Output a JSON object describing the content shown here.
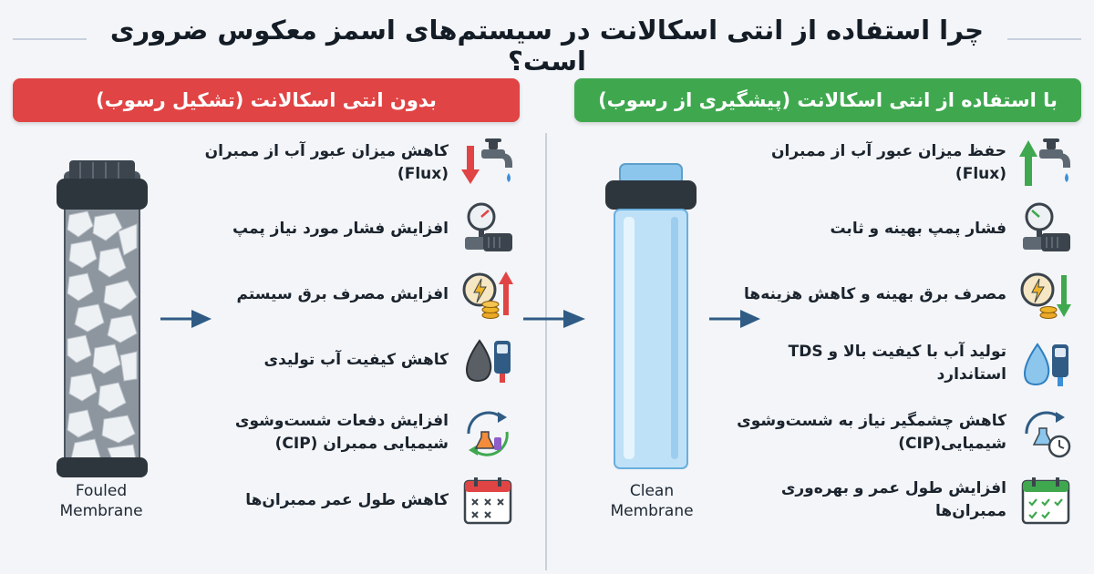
{
  "title": "چرا استفاده از انتی اسکالانت در سیستم‌های اسمز معکوس ضروری است؟",
  "left_panel": {
    "heading": "بدون انتی اسکالانت (تشکیل رسوب)",
    "membrane_label_1": "Fouled",
    "membrane_label_2": "Membrane",
    "items": [
      {
        "text": "کاهش میزان عبور آب از ممبران (Flux)",
        "icon": "tap-down-arrow-icon"
      },
      {
        "text": "افزایش فشار مورد نیاز پمپ",
        "icon": "pump-gauge-icon"
      },
      {
        "text": "افزایش مصرف برق سیستم",
        "icon": "energy-cost-up-icon"
      },
      {
        "text": "کاهش کیفیت آب تولیدی",
        "icon": "tds-drop-dark-icon"
      },
      {
        "text": "افزایش دفعات شست‌وشوی شیمیایی ممبران (CIP)",
        "icon": "cip-chemical-icon"
      },
      {
        "text": "کاهش طول عمر ممبران‌ها",
        "icon": "calendar-x-icon"
      }
    ]
  },
  "right_panel": {
    "heading": "با استفاده از انتی اسکالانت (پیشگیری از رسوب)",
    "membrane_label_1": "Clean",
    "membrane_label_2": "Membrane",
    "items": [
      {
        "text": "حفظ میزان عبور آب از ممبران (Flux)",
        "icon": "tap-up-arrow-icon"
      },
      {
        "text": "فشار پمپ بهینه و ثابت",
        "icon": "pump-gauge-icon"
      },
      {
        "text": "مصرف برق بهینه و کاهش هزینه‌ها",
        "icon": "energy-cost-down-icon"
      },
      {
        "text": "تولید آب با کیفیت بالا و TDS استاندارد",
        "icon": "tds-drop-clean-icon"
      },
      {
        "text": "کاهش چشمگیر نیاز به شست‌وشوی شیمیایی(CIP)",
        "icon": "cip-chemical-clock-icon"
      },
      {
        "text": "افزایش طول عمر و بهره‌وری ممبران‌ها",
        "icon": "calendar-check-icon"
      }
    ]
  },
  "colors": {
    "red": "#e14444",
    "green": "#3fa84f",
    "arrow": "#2f5b85",
    "clean_membrane": "#bfe1f7"
  }
}
